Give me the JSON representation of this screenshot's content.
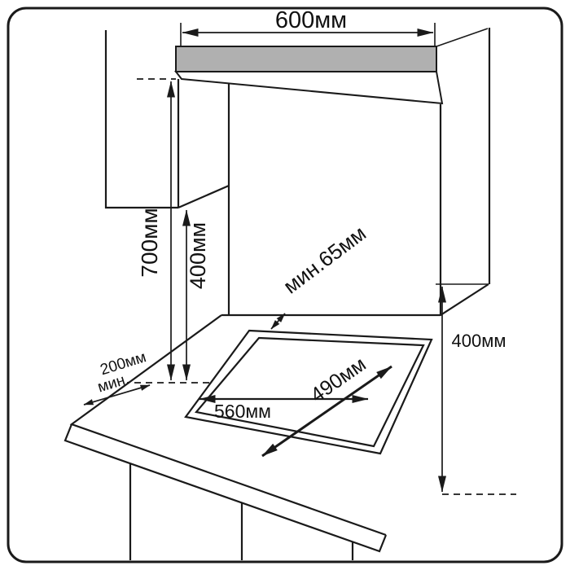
{
  "diagram": {
    "title": "built-in hob installation dimensions",
    "unit": "mm",
    "dimensions": {
      "top_width": {
        "label": "600мм",
        "value": 600
      },
      "panel_height": {
        "label": "700мм",
        "value": 700
      },
      "cabinet_height": {
        "label": "400мм",
        "value": 400
      },
      "min_rear_gap": {
        "label": "мин.65мм",
        "value": 65
      },
      "counter_depth": {
        "label": "400мм",
        "value": 400
      },
      "cutout_width": {
        "label": "560мм",
        "value": 560
      },
      "cutout_depth": {
        "label": "490мм",
        "value": 490
      },
      "left_min_gap": {
        "label_line1": "200мм",
        "label_line2": "мин.",
        "value": 200
      }
    },
    "colors": {
      "line": "#1a1a1a",
      "panel_fill": "#b0b0b0",
      "background": "#ffffff"
    }
  }
}
